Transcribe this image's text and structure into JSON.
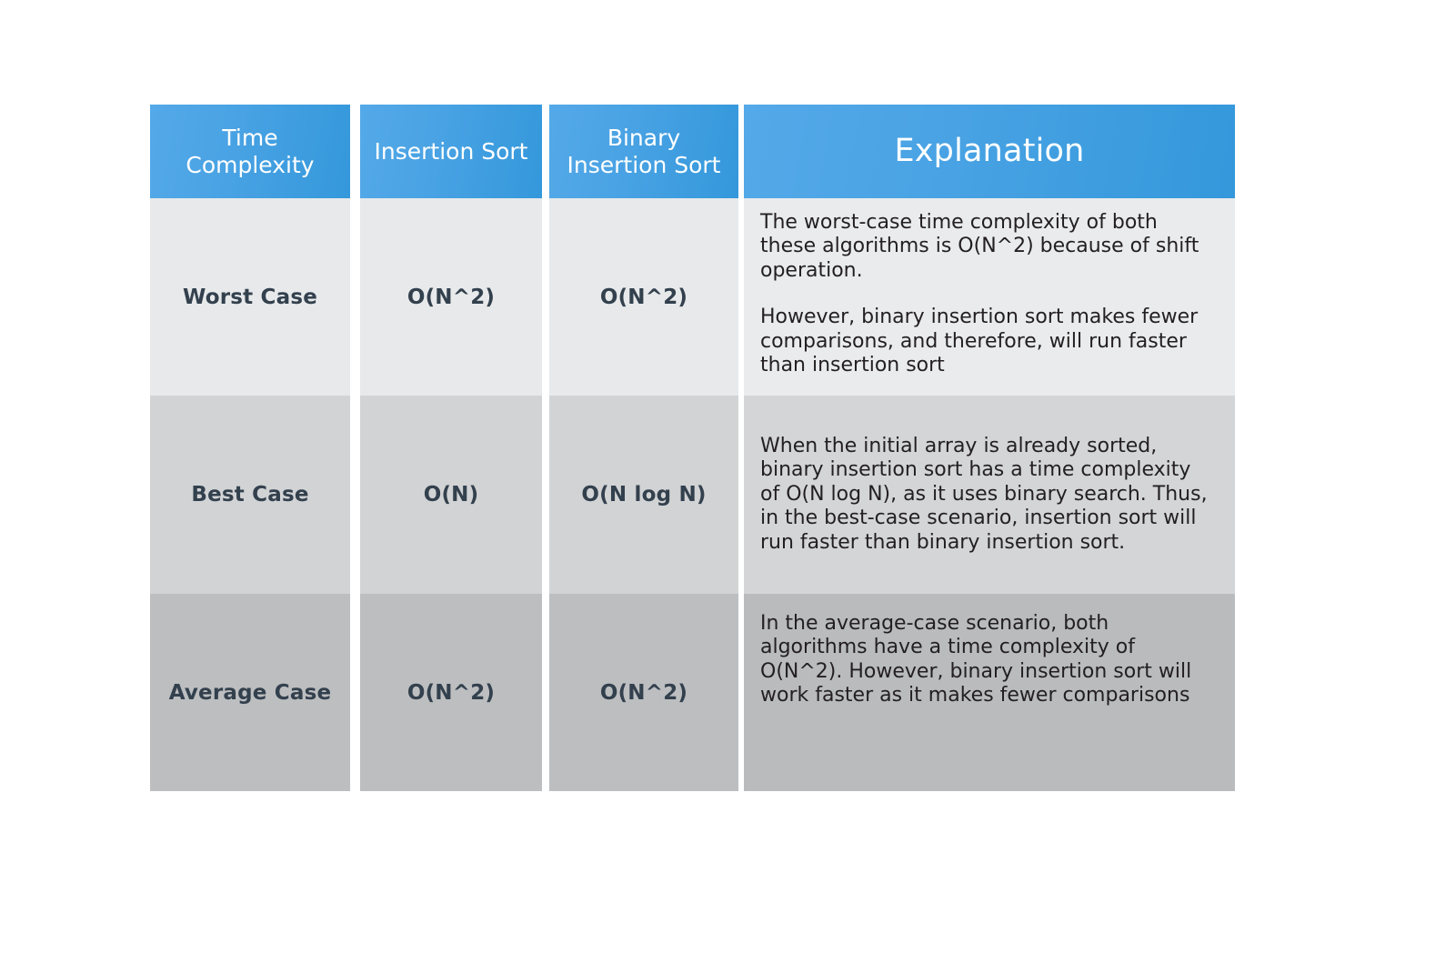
{
  "table": {
    "headers": [
      {
        "label": "Time\nComplexity",
        "name": "time-complexity"
      },
      {
        "label": "Insertion Sort",
        "name": "insertion-sort"
      },
      {
        "label": "Binary\nInsertion Sort",
        "name": "binary-insertion-sort"
      },
      {
        "label": "Explanation",
        "name": "explanation"
      }
    ],
    "rows": [
      {
        "case": "Worst Case",
        "insertion_sort": "O(N^2)",
        "binary_insertion_sort": "O(N^2)",
        "explanation_paragraphs": [
          "The worst-case time complexity of both these algorithms is O(N^2) because of shift operation.",
          "However, binary insertion sort makes fewer comparisons, and therefore, will run faster than insertion sort"
        ]
      },
      {
        "case": "Best Case",
        "insertion_sort": "O(N)",
        "binary_insertion_sort": "O(N log N)",
        "explanation_paragraphs": [
          "When the initial array is already sorted, binary insertion sort has a time complexity of O(N log N), as it uses binary search. Thus, in the best-case scenario, insertion sort will run faster than binary insertion sort."
        ]
      },
      {
        "case": "Average Case",
        "insertion_sort": "O(N^2)",
        "binary_insertion_sort": "O(N^2)",
        "explanation_paragraphs": [
          "In the average-case scenario, both algorithms have a time complexity of O(N^2). However, binary insertion sort will work faster as it makes fewer comparisons"
        ]
      }
    ]
  },
  "colors": {
    "header_blue_light": "#54a9e8",
    "header_blue_dark": "#3498db",
    "header_text": "#ffffff",
    "row_worst_bg": "#e7e9eb",
    "row_best_bg": "#d1d3d5",
    "row_average_bg": "#bcbec0",
    "label_text": "#33404d",
    "body_text": "#231f20",
    "page_bg": "#ffffff"
  }
}
